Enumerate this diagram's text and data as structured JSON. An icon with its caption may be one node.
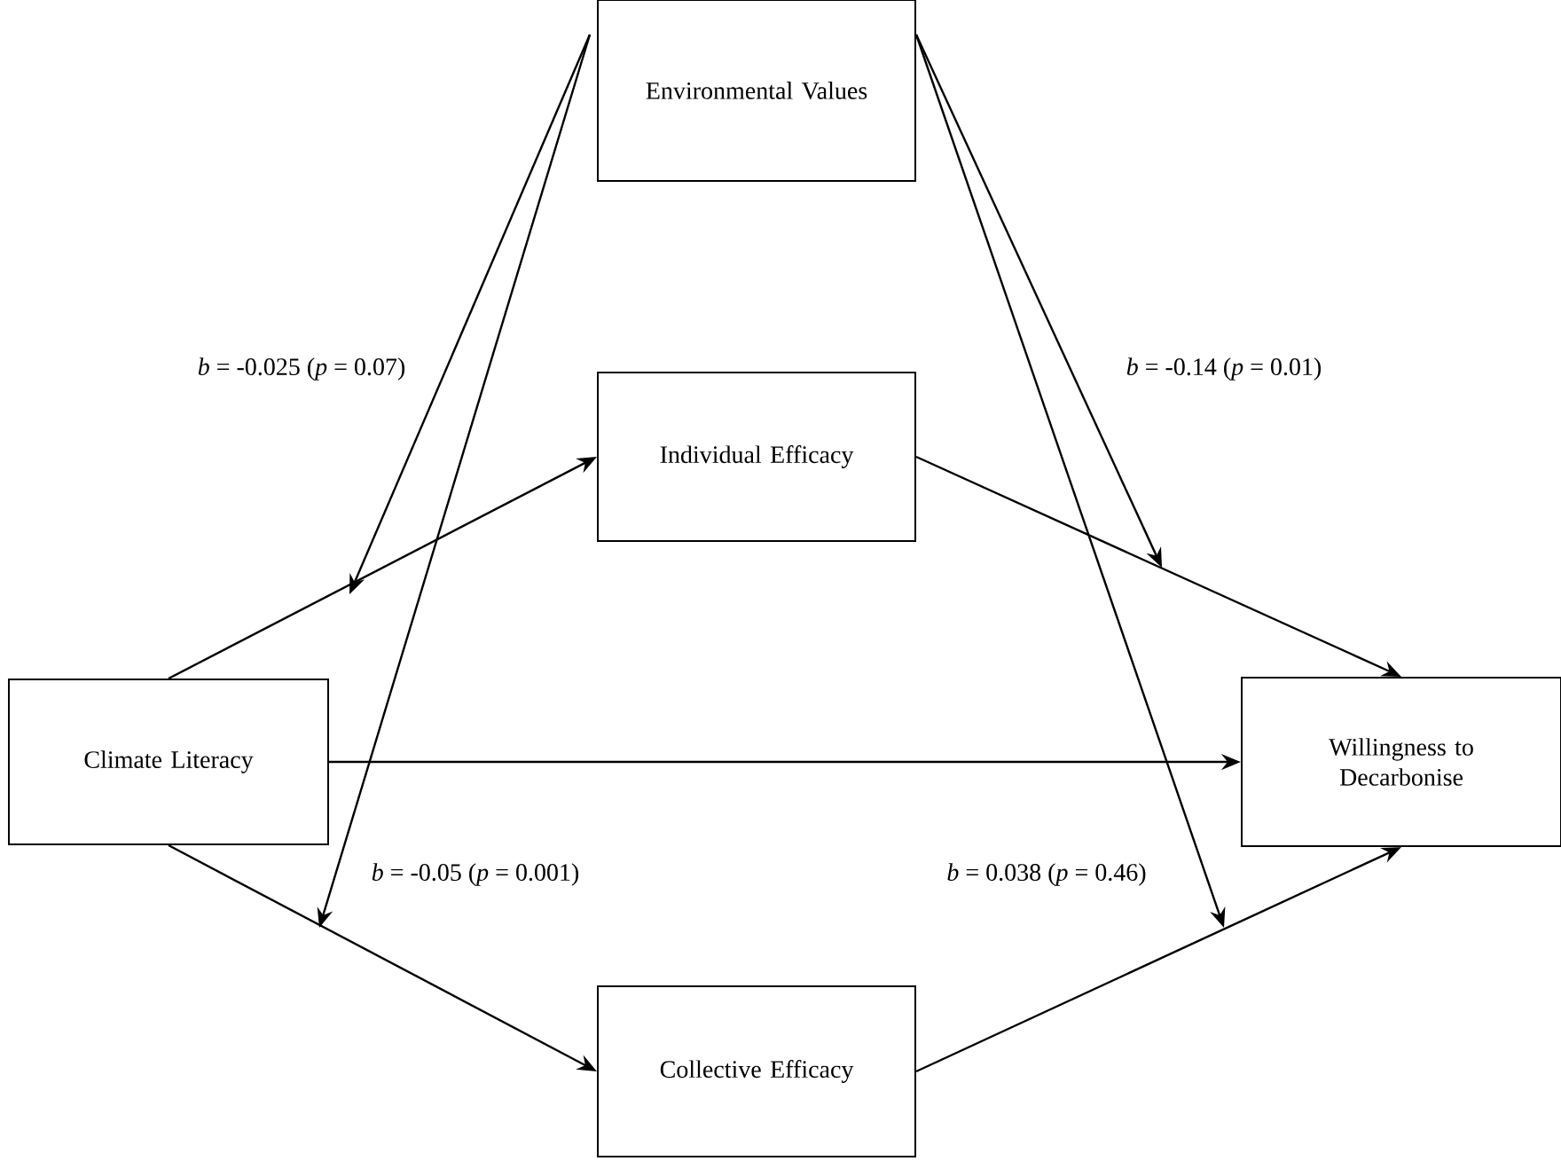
{
  "diagram": {
    "nodes": [
      {
        "text": [
          "Environmental Values"
        ]
      },
      {
        "text": [
          "Individual Efficacy"
        ]
      },
      {
        "text": [
          "Climate Literacy"
        ]
      },
      {
        "text": [
          "Willingness to Decarbonise"
        ]
      },
      {
        "text": [
          "Collective Efficacy"
        ]
      }
    ],
    "edges": [
      {
        "from": 2,
        "to": 1,
        "arrow": "to"
      },
      {
        "from": 1,
        "to": 3,
        "arrow": "to"
      },
      {
        "from": 2,
        "to": 3,
        "arrow": "to"
      },
      {
        "from": 2,
        "to": 4,
        "arrow": "to"
      },
      {
        "from": 4,
        "to": 3,
        "arrow": "to"
      },
      {
        "from": 0,
        "to": null,
        "arrow": "to"
      },
      {
        "from": 0,
        "to": null,
        "arrow": "to"
      },
      {
        "from": 0,
        "to": null,
        "arrow": "to"
      },
      {
        "from": 0,
        "to": null,
        "arrow": "to"
      }
    ],
    "labels": [
      "*b* = -0.025 (*p* = 0.07)",
      "*b* = -0.14 (*p* = 0.01)",
      "*b* = -0.05 (*p* = 0.001)",
      "*b* = 0.038 (*p* = 0.46)"
    ]
  }
}
